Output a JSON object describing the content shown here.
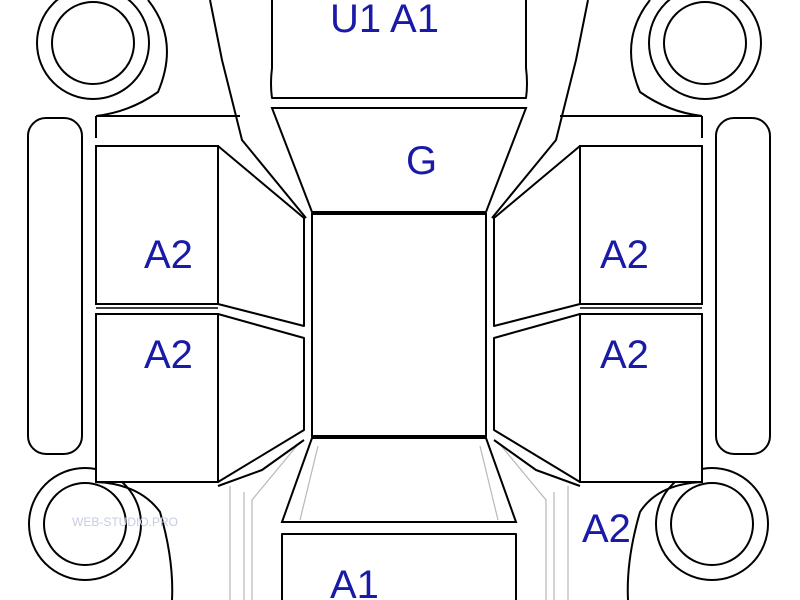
{
  "colors": {
    "label": "#1a1aa8",
    "tire": "#b4b4b4",
    "watermark": "#c6cce0"
  },
  "labels": {
    "hood_code": "U1 A1",
    "windshield_code": "G",
    "left_front_door": "A2",
    "left_rear_door": "A2",
    "right_front_door": "A2",
    "right_rear_door": "A2",
    "right_rear_fender": "A2",
    "trunk_code": "A1"
  },
  "watermark": "WEB-STUDIO.PRO"
}
